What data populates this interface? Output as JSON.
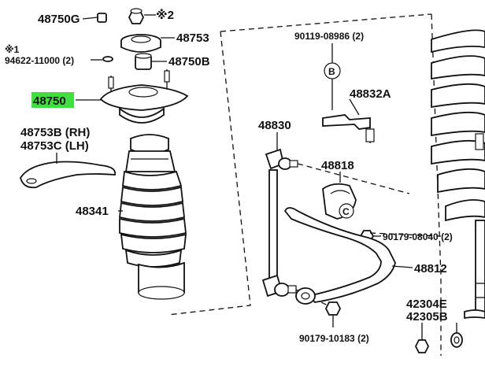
{
  "labels": {
    "p48750g": "48750G",
    "note2": "※2",
    "p48753": "48753",
    "note1": "※1",
    "p94622": "94622-11000 (2)",
    "p48750b": "48750B",
    "p48750": "48750",
    "p48753b": "48753B (RH)",
    "p48753c": "48753C (LH)",
    "p48341": "48341",
    "p90119": "90119-08986 (2)",
    "ref_b": "B",
    "p48832a": "48832A",
    "p48830": "48830",
    "p48818": "48818",
    "ref_c": "C",
    "p90179_08040": "90179-08040 (2)",
    "p48812": "48812",
    "p42304e": "42304E",
    "p42305b": "42305B",
    "p90179_10183": "90179-10183 (2)"
  },
  "highlight_color": "#3ee03e"
}
